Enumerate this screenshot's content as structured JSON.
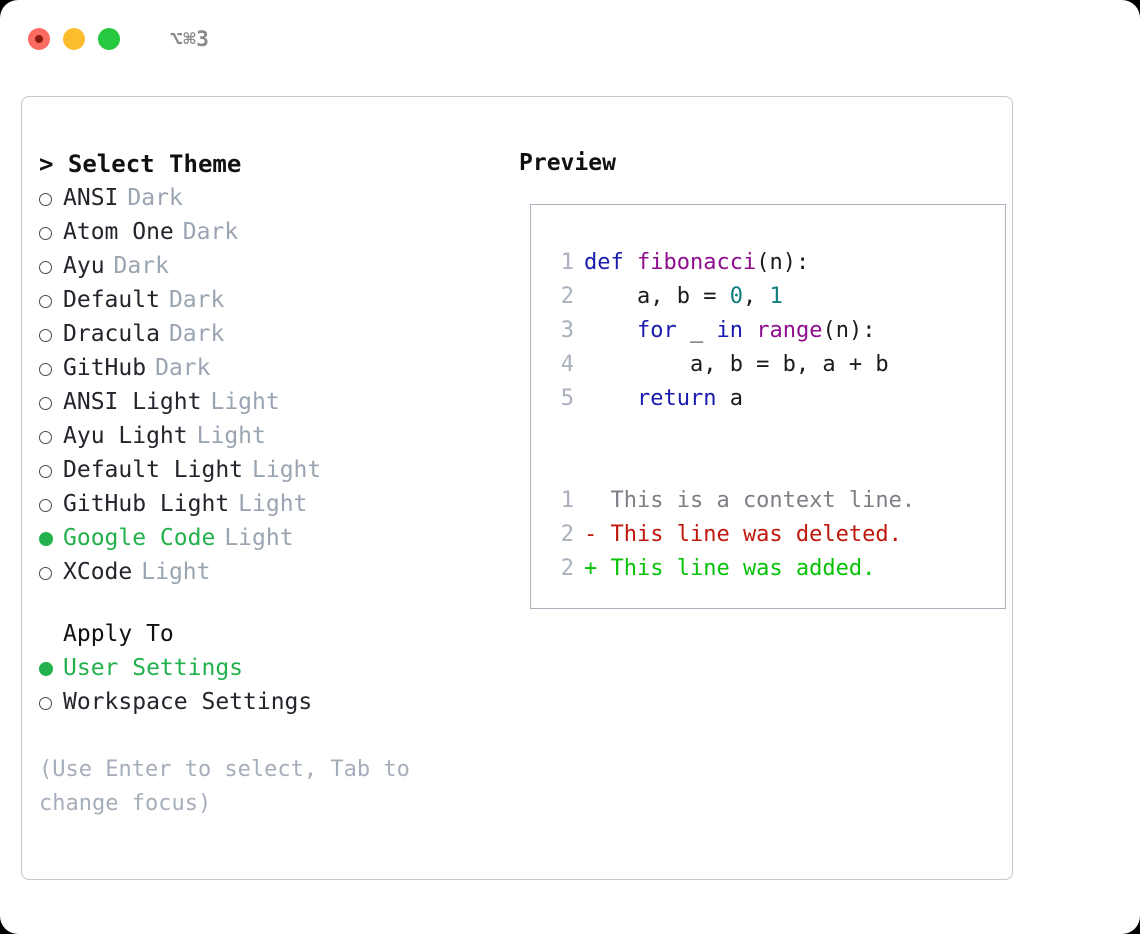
{
  "window": {
    "shortcut": "⌥⌘3",
    "traffic_lights": [
      {
        "name": "close",
        "color": "#fb6b5f"
      },
      {
        "name": "minimize",
        "color": "#fbbd2e"
      },
      {
        "name": "zoom",
        "color": "#26c93f"
      }
    ]
  },
  "colors": {
    "accent_green": "#22b14c",
    "muted": "#9aa4b2",
    "keyword": "#1a1aae",
    "function": "#8e0e8e",
    "number": "#0d7d7d",
    "diff_added": "#07c207",
    "diff_deleted": "#c0180c",
    "diff_context": "#7e7e86"
  },
  "theme_picker": {
    "heading": "> Select Theme",
    "items": [
      {
        "name": "ANSI",
        "tag": "Dark",
        "selected": false
      },
      {
        "name": "Atom One",
        "tag": "Dark",
        "selected": false
      },
      {
        "name": "Ayu",
        "tag": "Dark",
        "selected": false
      },
      {
        "name": "Default",
        "tag": "Dark",
        "selected": false
      },
      {
        "name": "Dracula",
        "tag": "Dark",
        "selected": false
      },
      {
        "name": "GitHub",
        "tag": "Dark",
        "selected": false
      },
      {
        "name": "ANSI Light",
        "tag": "Light",
        "selected": false
      },
      {
        "name": "Ayu Light",
        "tag": "Light",
        "selected": false
      },
      {
        "name": "Default Light",
        "tag": "Light",
        "selected": false
      },
      {
        "name": "GitHub Light",
        "tag": "Light",
        "selected": false
      },
      {
        "name": "Google Code",
        "tag": "Light",
        "selected": true
      },
      {
        "name": "XCode",
        "tag": "Light",
        "selected": false
      }
    ]
  },
  "apply_to": {
    "heading": "Apply To",
    "options": [
      {
        "label": "User Settings",
        "selected": true
      },
      {
        "label": "Workspace Settings",
        "selected": false
      }
    ]
  },
  "hint": "(Use Enter to select, Tab to change focus)",
  "preview": {
    "title": "Preview",
    "code_lines": [
      {
        "num": "1",
        "tokens": [
          {
            "t": "def",
            "c": "kw"
          },
          {
            "t": " ",
            "c": "pln"
          },
          {
            "t": "fibonacci",
            "c": "fn"
          },
          {
            "t": "(n):",
            "c": "pln"
          }
        ]
      },
      {
        "num": "2",
        "tokens": [
          {
            "t": "    a, b = ",
            "c": "pln"
          },
          {
            "t": "0",
            "c": "num"
          },
          {
            "t": ", ",
            "c": "pln"
          },
          {
            "t": "1",
            "c": "num"
          }
        ]
      },
      {
        "num": "3",
        "tokens": [
          {
            "t": "    ",
            "c": "pln"
          },
          {
            "t": "for",
            "c": "kw"
          },
          {
            "t": " _ ",
            "c": "pln"
          },
          {
            "t": "in",
            "c": "kw"
          },
          {
            "t": " ",
            "c": "pln"
          },
          {
            "t": "range",
            "c": "fn"
          },
          {
            "t": "(n):",
            "c": "pln"
          }
        ]
      },
      {
        "num": "4",
        "tokens": [
          {
            "t": "        a, b = b, a + b",
            "c": "pln"
          }
        ]
      },
      {
        "num": "5",
        "tokens": [
          {
            "t": "    ",
            "c": "pln"
          },
          {
            "t": "return",
            "c": "kw"
          },
          {
            "t": " a",
            "c": "pln"
          }
        ]
      }
    ],
    "diff_lines": [
      {
        "num": "1",
        "marker": " ",
        "text": " This is a context line.",
        "kind": "diff-ctx"
      },
      {
        "num": "2",
        "marker": "-",
        "text": " This line was deleted.",
        "kind": "diff-del"
      },
      {
        "num": "2",
        "marker": "+",
        "text": " This line was added.",
        "kind": "diff-add"
      }
    ]
  }
}
